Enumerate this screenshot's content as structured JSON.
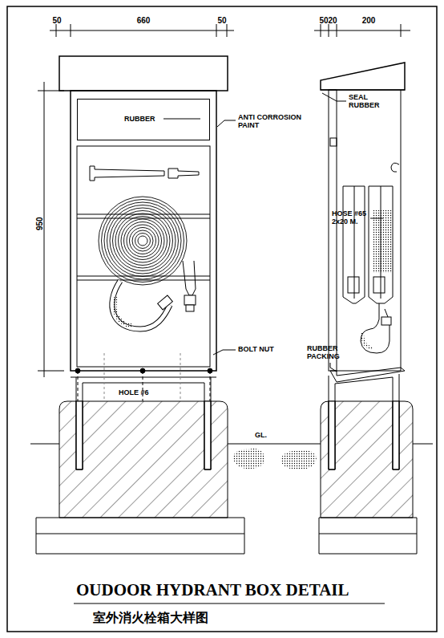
{
  "diagram": {
    "title": "OUDOOR HYDRANT BOX DETAIL",
    "caption": "室外消火栓箱大样图",
    "nodes": [
      {
        "text": [
          "RUBBER"
        ]
      }
    ],
    "labels": [
      "50",
      "660",
      "50",
      "50",
      "20",
      "200",
      "950",
      "ANTI CORROSION PAINT",
      "SEAL RUBBER",
      "HOSE #65 2x20 M.",
      "BOLT NUT",
      "RUBBER PACKING",
      "HOLE #6",
      "GL."
    ]
  }
}
